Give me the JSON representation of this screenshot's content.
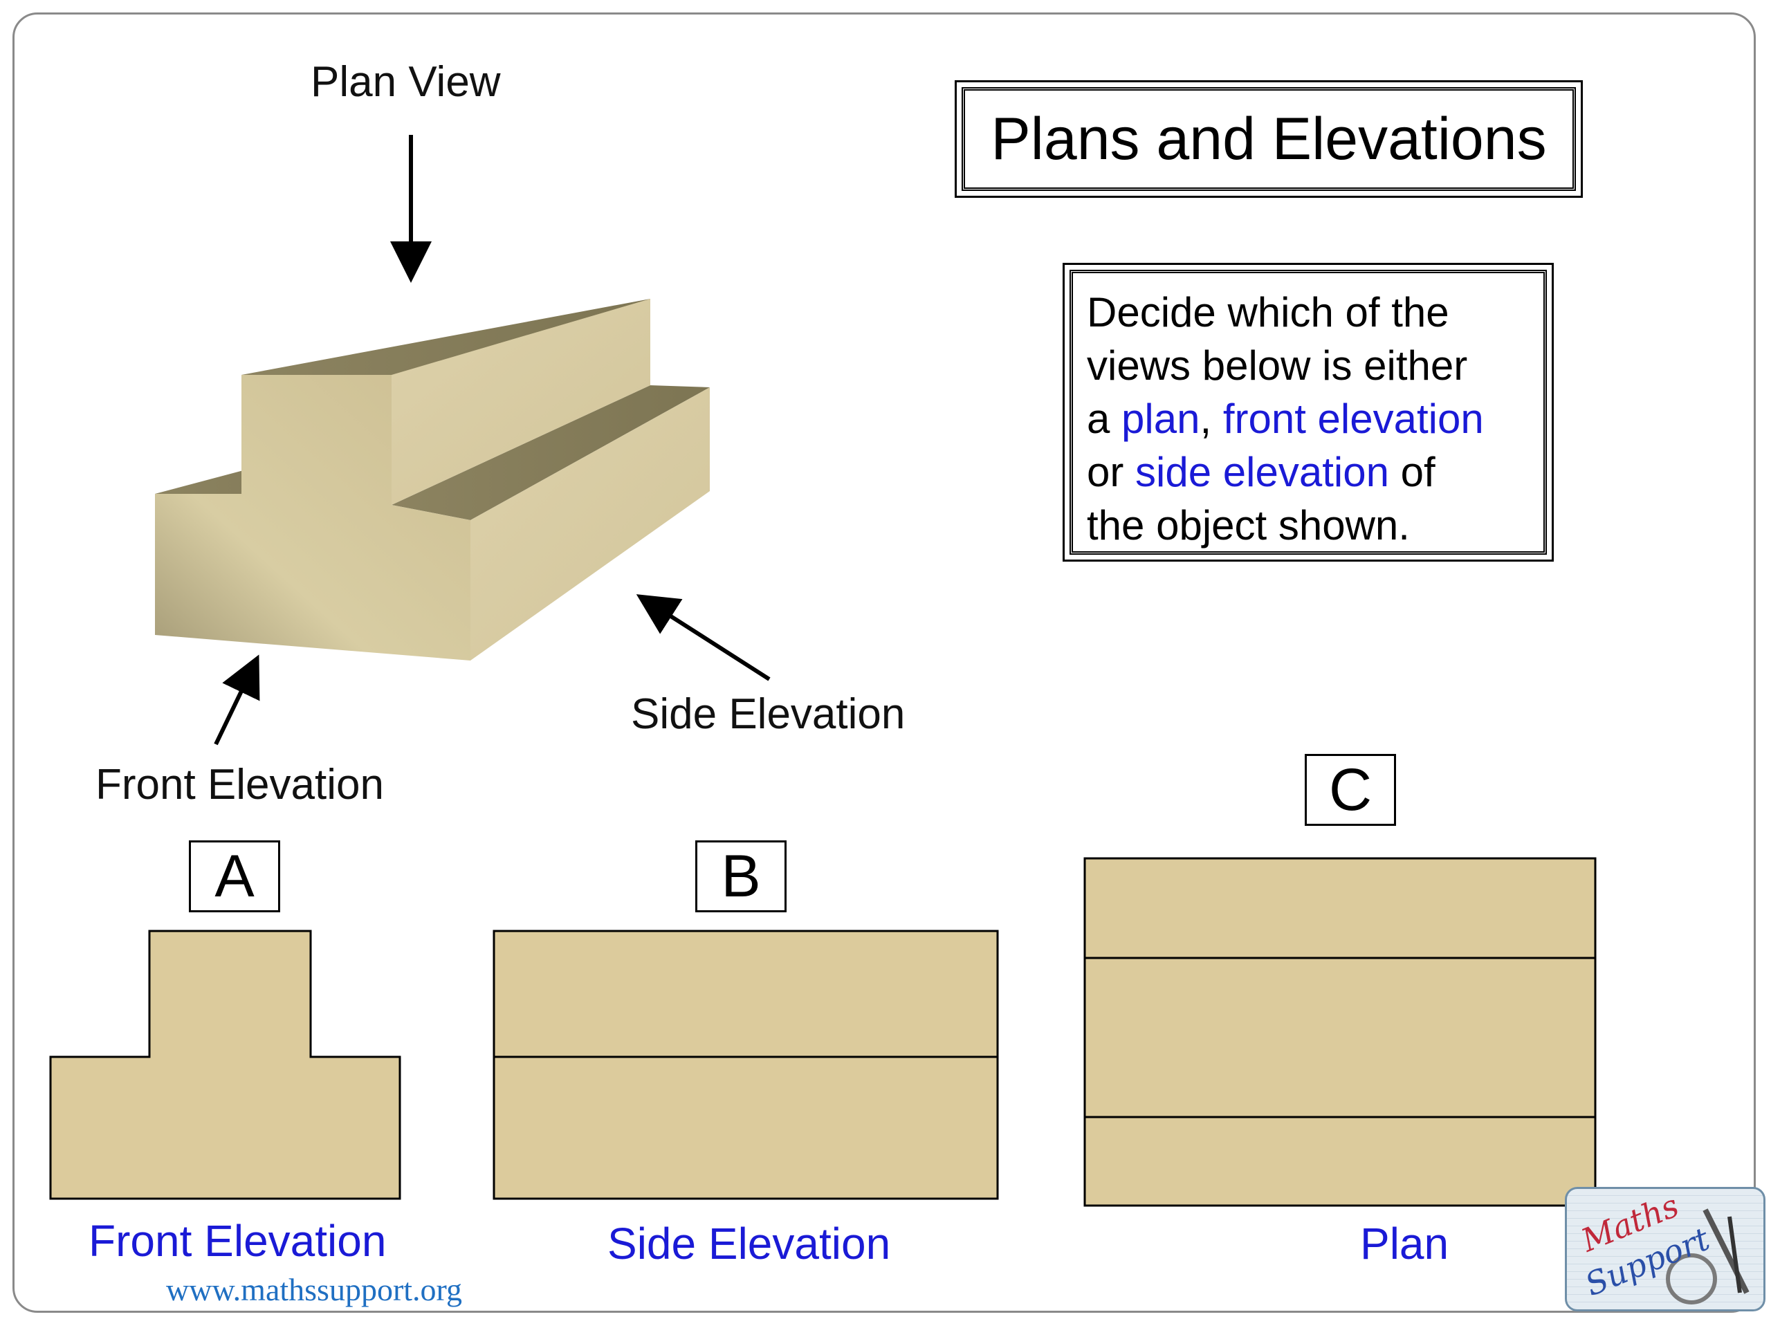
{
  "title": "Plans and Elevations",
  "object_labels": {
    "plan_view": "Plan View",
    "side_elevation": "Side Elevation",
    "front_elevation": "Front Elevation"
  },
  "instruction": {
    "line1": "Decide which of the",
    "line2": "views below is either",
    "line3_prefix": "a ",
    "line3_plan": "plan",
    "line3_sep": ", ",
    "line3_front": "front elevation",
    "line4_prefix": "or ",
    "line4_side": "side elevation",
    "line4_suffix": " of",
    "line5": "the object shown."
  },
  "views": [
    {
      "letter": "A",
      "caption": "Front Elevation"
    },
    {
      "letter": "B",
      "caption": "Side Elevation"
    },
    {
      "letter": "C",
      "caption": "Plan"
    }
  ],
  "website": "www.mathssupport.org",
  "logo": {
    "line1": "Maths",
    "line2": "Support"
  },
  "colors": {
    "shape_fill": "#dccb9c",
    "highlight": "#1a1ad6",
    "website": "#1f6fc2"
  }
}
